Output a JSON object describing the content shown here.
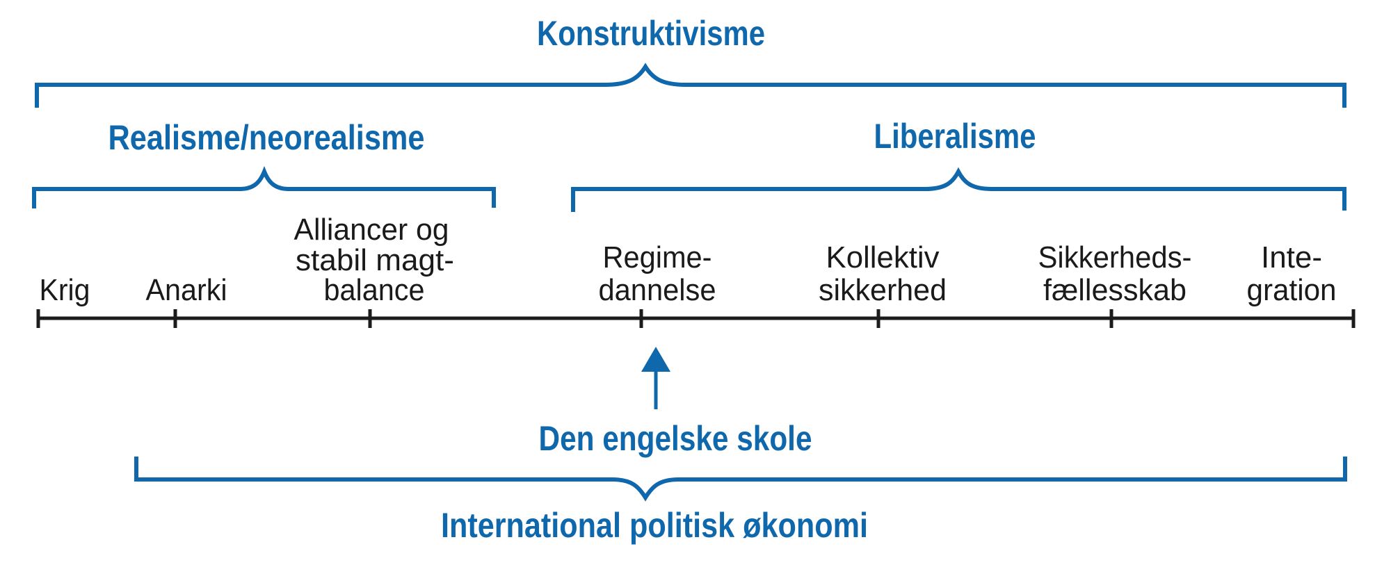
{
  "diagram": {
    "title_top": "Konstruktivisme",
    "groups": {
      "realism": "Realisme/neorealisme",
      "liberalism": "Liberalisme",
      "english_school": "Den engelske skole",
      "ipe": "International politisk økonomi"
    },
    "timeline": {
      "points": [
        {
          "lines": [
            "Krig"
          ]
        },
        {
          "lines": [
            "Anarki"
          ]
        },
        {
          "lines": [
            "Alliancer og",
            "stabil magt-",
            "balance"
          ]
        },
        {
          "lines": [
            "Regime-",
            "dannelse"
          ]
        },
        {
          "lines": [
            "Kollektiv",
            "sikkerhed"
          ]
        },
        {
          "lines": [
            "Sikkerheds-",
            "fællesskab"
          ]
        },
        {
          "lines": [
            "Inte-",
            "gration"
          ]
        }
      ]
    },
    "icons": {
      "arrow": "arrow-up-icon"
    },
    "colors": {
      "accent_blue": "#0f67ac",
      "axis_black": "#1c1c1c"
    }
  }
}
